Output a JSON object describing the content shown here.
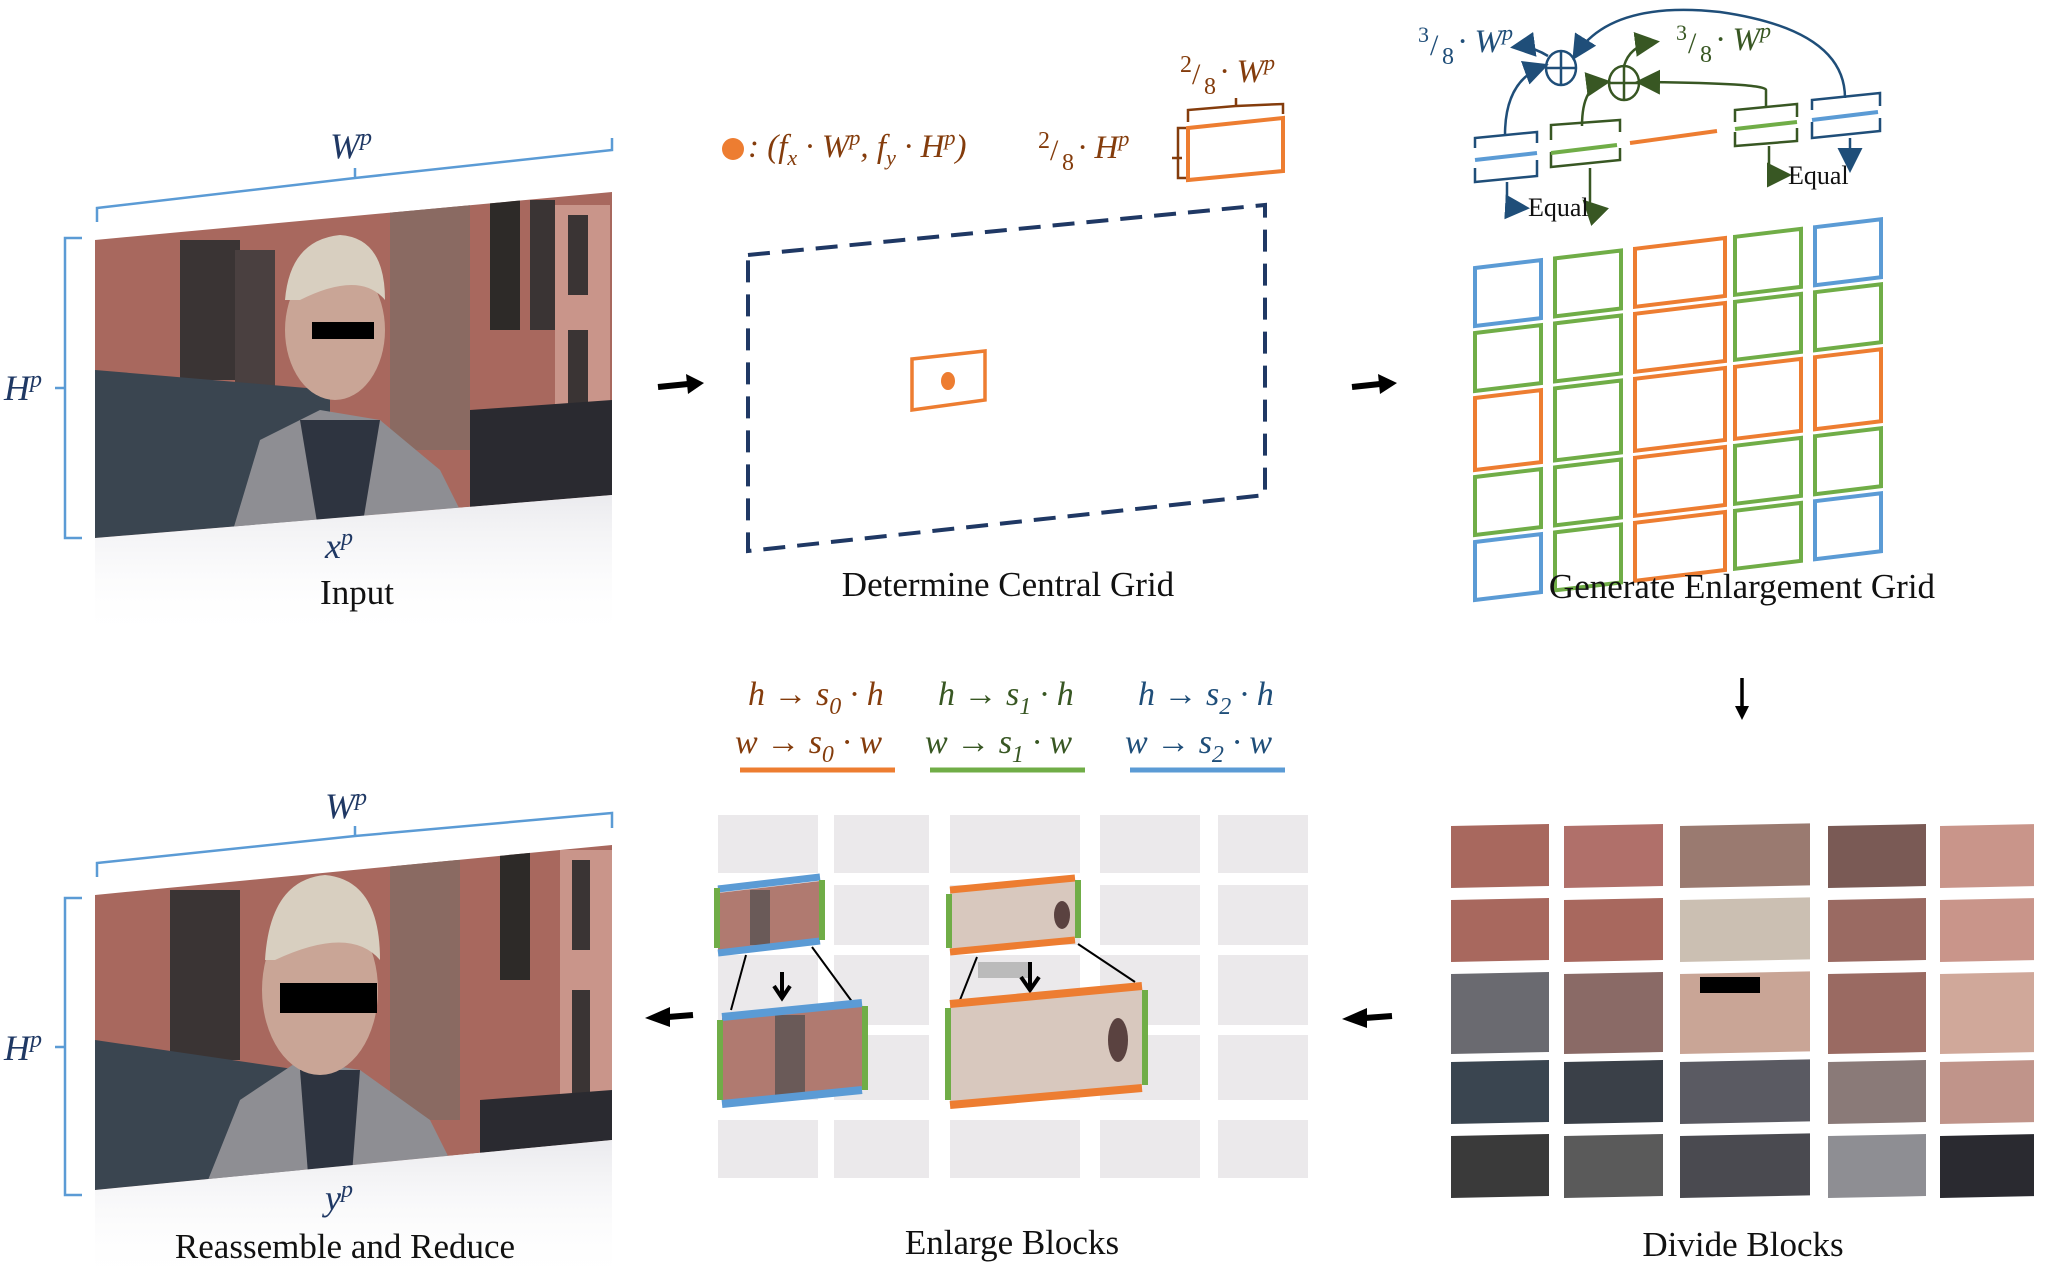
{
  "colors": {
    "orange": "#ED7D31",
    "green": "#70AD47",
    "blue": "#5B9BD5",
    "navy": "#1F3864",
    "brown": "#843C0C",
    "dark_green": "#385723",
    "dark_blue": "#1F4E79",
    "text": "#111111",
    "brick": "#A8685E",
    "brick_light": "#C9958A",
    "dark_awning": "#3A4550",
    "hair": "#D8CFC0",
    "skin": "#C9A596",
    "coat": "#8E8E93",
    "scarf": "#2E3440"
  },
  "stages": {
    "input": {
      "caption": "Input",
      "image_label": "x",
      "image_label_sup": "p",
      "width_label": "W",
      "width_sup": "p",
      "height_label": "H",
      "height_sup": "p"
    },
    "central_grid": {
      "caption": "Determine Central Grid",
      "point_formula": ": (f",
      "fx_sub": "x",
      "mid": " · W",
      "wp_sup": "p",
      "comma": ", f",
      "fy_sub": "y",
      "mid2": " · H",
      "hp_sup": "p",
      "close": ")",
      "frac_num": "2",
      "frac_den": "8",
      "height_expr": " · H",
      "height_sup": "p",
      "width_expr": " · W",
      "width_sup": "p"
    },
    "enlargement_grid": {
      "caption": "Generate Enlargement Grid",
      "sum_left": {
        "frac_num": "3",
        "frac_den": "8",
        "expr": " · W",
        "sup": "p"
      },
      "sum_right": {
        "frac_num": "3",
        "frac_den": "8",
        "expr": " · W",
        "sup": "p"
      },
      "equal_left": "Equal",
      "equal_right": "Equal",
      "grid_rows": [
        [
          "blue",
          "green",
          "orange",
          "green",
          "blue"
        ],
        [
          "green",
          "green",
          "orange",
          "green",
          "green"
        ],
        [
          "orange",
          "green",
          "orange",
          "orange",
          "orange"
        ],
        [
          "green",
          "green",
          "orange",
          "green",
          "green"
        ],
        [
          "blue",
          "green",
          "orange",
          "green",
          "blue"
        ]
      ]
    },
    "divide_blocks": {
      "caption": "Divide Blocks"
    },
    "enlarge_blocks": {
      "caption": "Enlarge Blocks",
      "scales": [
        {
          "h_from": "h",
          "h_to": "s",
          "h_sub": "0",
          "h_tail": " · h",
          "w_from": "w",
          "w_to": "s",
          "w_sub": "0",
          "w_tail": " · w",
          "color_key": "orange"
        },
        {
          "h_from": "h",
          "h_to": "s",
          "h_sub": "1",
          "h_tail": " · h",
          "w_from": "w",
          "w_to": "s",
          "w_sub": "1",
          "w_tail": " · w",
          "color_key": "green"
        },
        {
          "h_from": "h",
          "h_to": "s",
          "h_sub": "2",
          "h_tail": " · h",
          "w_from": "w",
          "w_to": "s",
          "w_sub": "2",
          "w_tail": " · w",
          "color_key": "blue"
        }
      ],
      "arrow_glyph": "→"
    },
    "reassemble": {
      "caption": "Reassemble and Reduce",
      "image_label": "y",
      "image_label_sup": "p",
      "width_label": "W",
      "width_sup": "p",
      "height_label": "H",
      "height_sup": "p"
    }
  },
  "flow_arrows": [
    "right",
    "right",
    "down",
    "left",
    "left"
  ]
}
